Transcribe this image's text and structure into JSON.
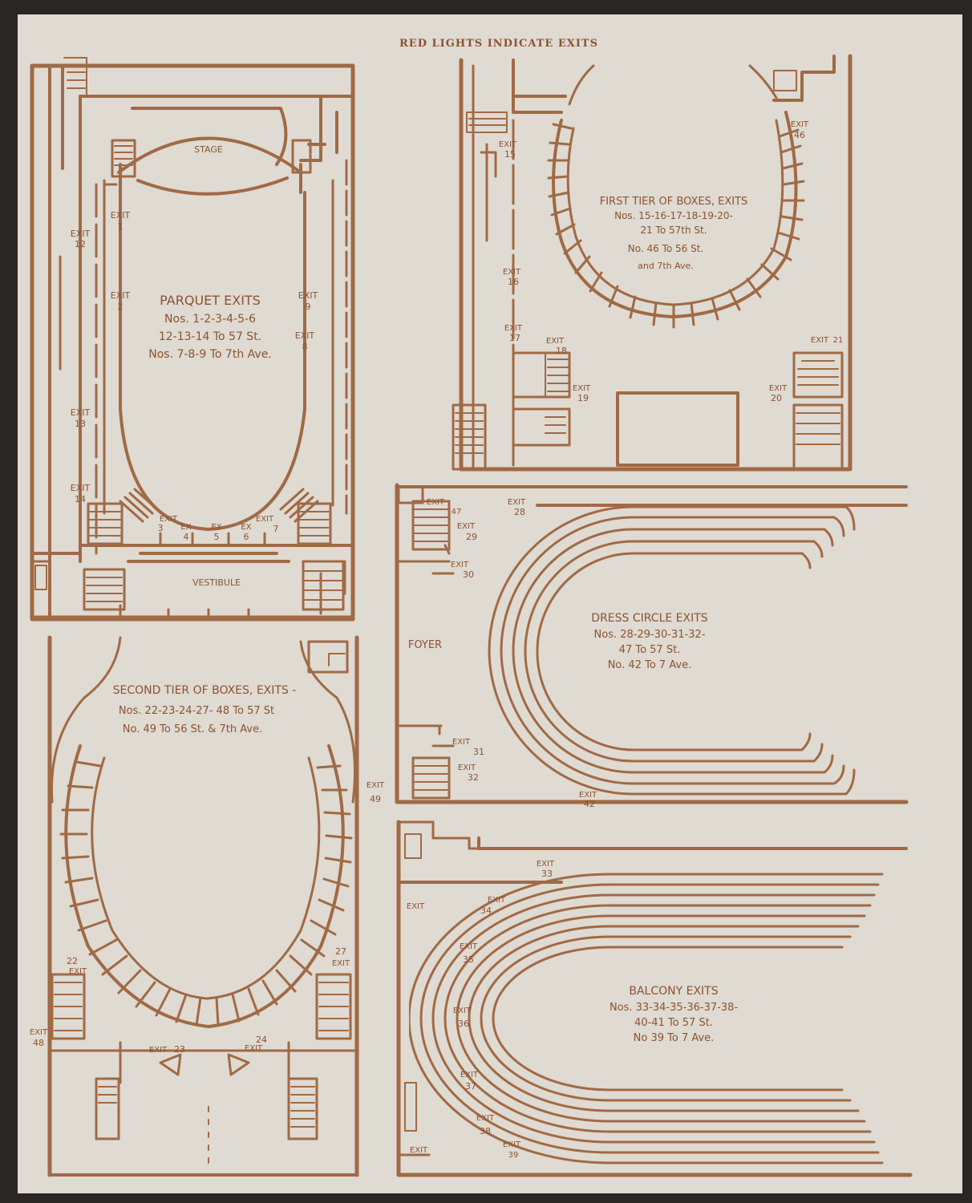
{
  "header": {
    "title": "RED LIGHTS INDICATE EXITS"
  },
  "colors": {
    "ink": "#a06a45",
    "paper": "#dfdad2",
    "background": "#2a2624"
  },
  "parquet": {
    "room_labels": {
      "stage": "STAGE",
      "vestibule": "VESTIBULE"
    },
    "heading": "PARQUET EXITS",
    "lines": [
      "Nos. 1-2-3-4-5-6",
      "12-13-14 To 57 St.",
      "Nos. 7-8-9 To 7th Ave."
    ],
    "exit_word": "EXIT",
    "exit_abbrev": "EX",
    "exit_numbers": [
      "1",
      "2",
      "3",
      "4",
      "5",
      "6",
      "7",
      "8",
      "9",
      "12",
      "13",
      "14"
    ]
  },
  "first_tier": {
    "heading": "FIRST TIER OF BOXES, EXITS",
    "lines": [
      "Nos. 15-16-17-18-19-20-",
      "21 To 57th St.",
      "No. 46 To 56 St.",
      "and 7th Ave."
    ],
    "exit_word": "EXIT",
    "exit_numbers": [
      "15",
      "16",
      "17",
      "18",
      "19",
      "20",
      "21",
      "46"
    ]
  },
  "dress_circle": {
    "room_labels": {
      "foyer": "FOYER"
    },
    "heading": "DRESS CIRCLE EXITS",
    "lines": [
      "Nos. 28-29-30-31-32-",
      "47 To 57 St.",
      "No. 42 To 7 Ave."
    ],
    "exit_word": "EXIT",
    "exit_numbers": [
      "28",
      "29",
      "30",
      "31",
      "32",
      "42",
      "47"
    ]
  },
  "second_tier": {
    "heading": "SECOND TIER OF BOXES, EXITS -",
    "lines": [
      "Nos. 22-23-24-27- 48 To 57 St",
      "No. 49 To 56 St. & 7th Ave."
    ],
    "exit_word": "EXIT",
    "exit_numbers": [
      "22",
      "23",
      "24",
      "27",
      "48",
      "49"
    ]
  },
  "balcony": {
    "heading": "BALCONY EXITS",
    "lines": [
      "Nos. 33-34-35-36-37-38-",
      "40-41 To 57 St.",
      "No 39 To 7 Ave."
    ],
    "exit_word": "EXIT",
    "exit_numbers": [
      "33",
      "34",
      "35",
      "36",
      "37",
      "38",
      "39"
    ]
  }
}
